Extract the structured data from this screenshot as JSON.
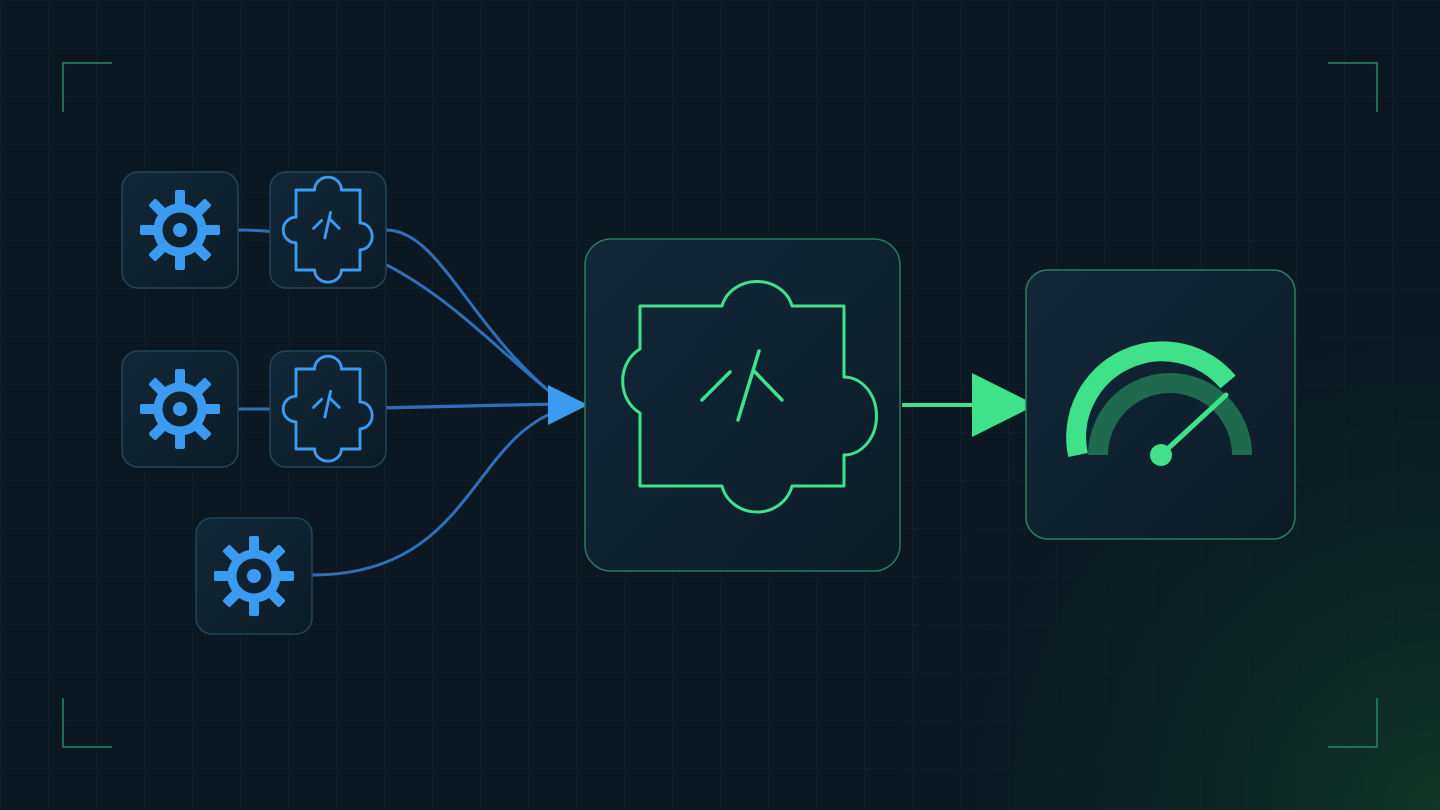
{
  "colors": {
    "background": "#0c1a24",
    "background_glow": "#0f3a26",
    "grid_line": "#11242f",
    "frame_corner": "#1f6d55",
    "blue_accent": "#3b9bf0",
    "blue_connector": "#2f6fb8",
    "green_accent": "#3fe28a",
    "green_dim": "#1f6a4f",
    "card_fill": "#0f2330",
    "card_border_blue": "#25445a",
    "card_border_green": "#2b7a5c"
  },
  "icons": {
    "source_gear": "gear-icon",
    "source_plugin": "code-puzzle-icon",
    "hub": "code-puzzle-icon",
    "output": "speedometer-icon",
    "flow_arrow": "arrow-right-icon"
  },
  "diagram": {
    "left_column": [
      {
        "row": 1,
        "nodes": [
          "gear-icon",
          "code-puzzle-icon"
        ]
      },
      {
        "row": 2,
        "nodes": [
          "gear-icon",
          "code-puzzle-icon"
        ]
      },
      {
        "row": 3,
        "nodes": [
          "gear-icon"
        ]
      }
    ],
    "hub": "code-puzzle-icon",
    "output": "speedometer-icon",
    "gauge_level": 0.8
  }
}
